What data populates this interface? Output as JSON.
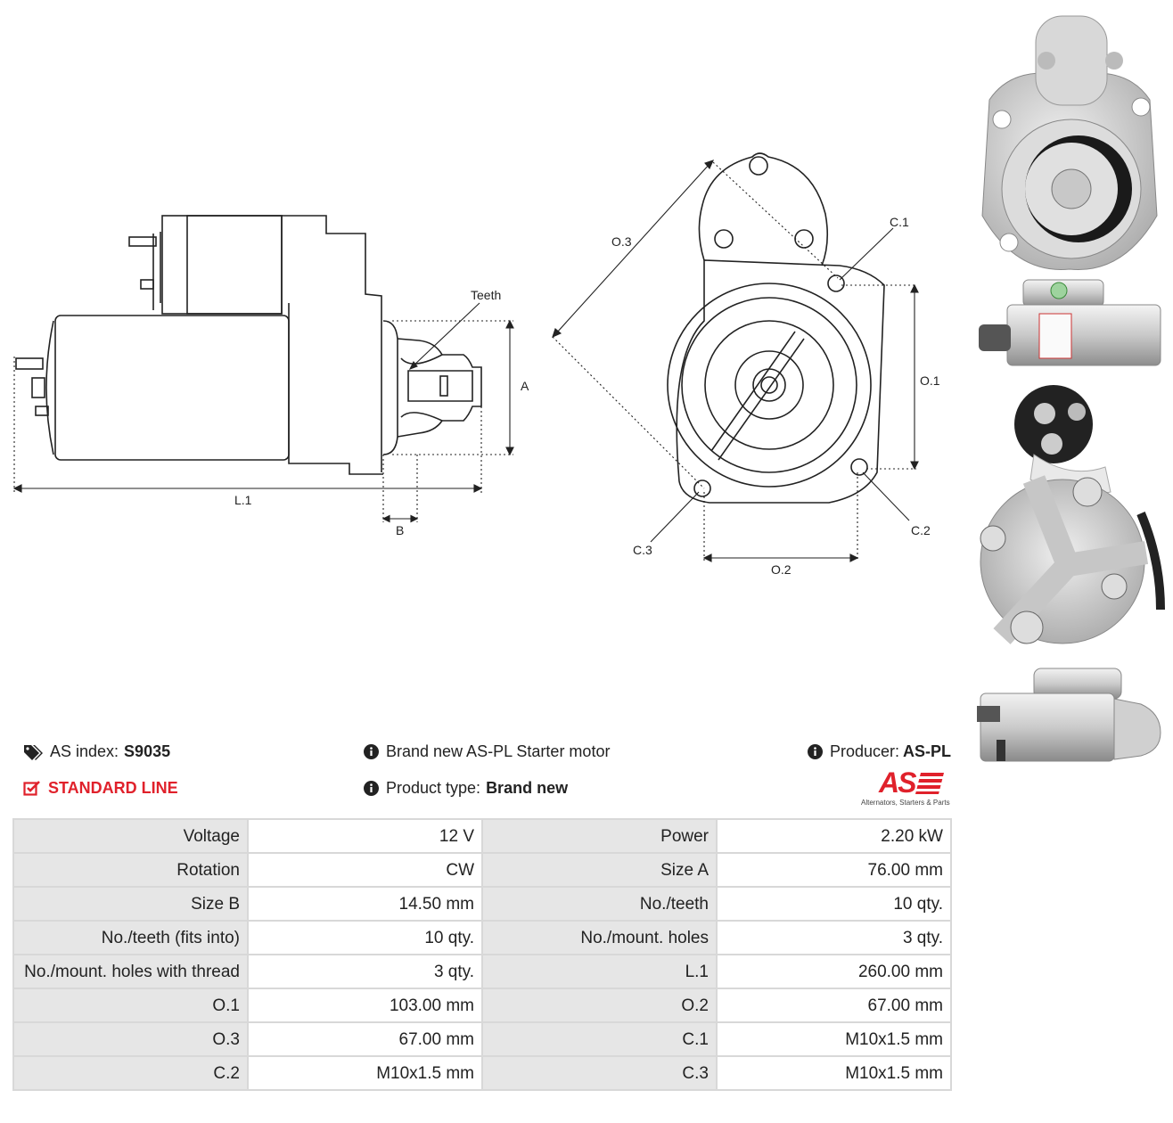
{
  "diagram": {
    "labels": {
      "teeth": "Teeth",
      "a": "A",
      "b": "B",
      "l1": "L.1",
      "o1": "O.1",
      "o2": "O.2",
      "o3": "O.3",
      "c1": "C.1",
      "c2": "C.2",
      "c3": "C.3"
    }
  },
  "info": {
    "as_index_label": "AS index:",
    "as_index_value": "S9035",
    "line": "STANDARD LINE",
    "description": "Brand new AS-PL Starter motor",
    "product_type_label": "Product type:",
    "product_type_value": "Brand new",
    "producer_label": "Producer:",
    "producer_value": "AS-PL",
    "logo_text": "AS",
    "logo_tagline": "Alternators, Starters & Parts"
  },
  "colors": {
    "accent": "#e0212b",
    "label_bg": "#e6e6e6",
    "border": "#d8d8d8"
  },
  "specs": [
    [
      "Voltage",
      "12 V",
      "Power",
      "2.20 kW"
    ],
    [
      "Rotation",
      "CW",
      "Size A",
      "76.00 mm"
    ],
    [
      "Size B",
      "14.50 mm",
      "No./teeth",
      "10 qty."
    ],
    [
      "No./teeth (fits into)",
      "10 qty.",
      "No./mount. holes",
      "3 qty."
    ],
    [
      "No./mount. holes with thread",
      "3 qty.",
      "L.1",
      "260.00 mm"
    ],
    [
      "O.1",
      "103.00 mm",
      "O.2",
      "67.00 mm"
    ],
    [
      "O.3",
      "67.00 mm",
      "C.1",
      "M10x1.5 mm"
    ],
    [
      "C.2",
      "M10x1.5 mm",
      "C.3",
      "M10x1.5 mm"
    ]
  ]
}
